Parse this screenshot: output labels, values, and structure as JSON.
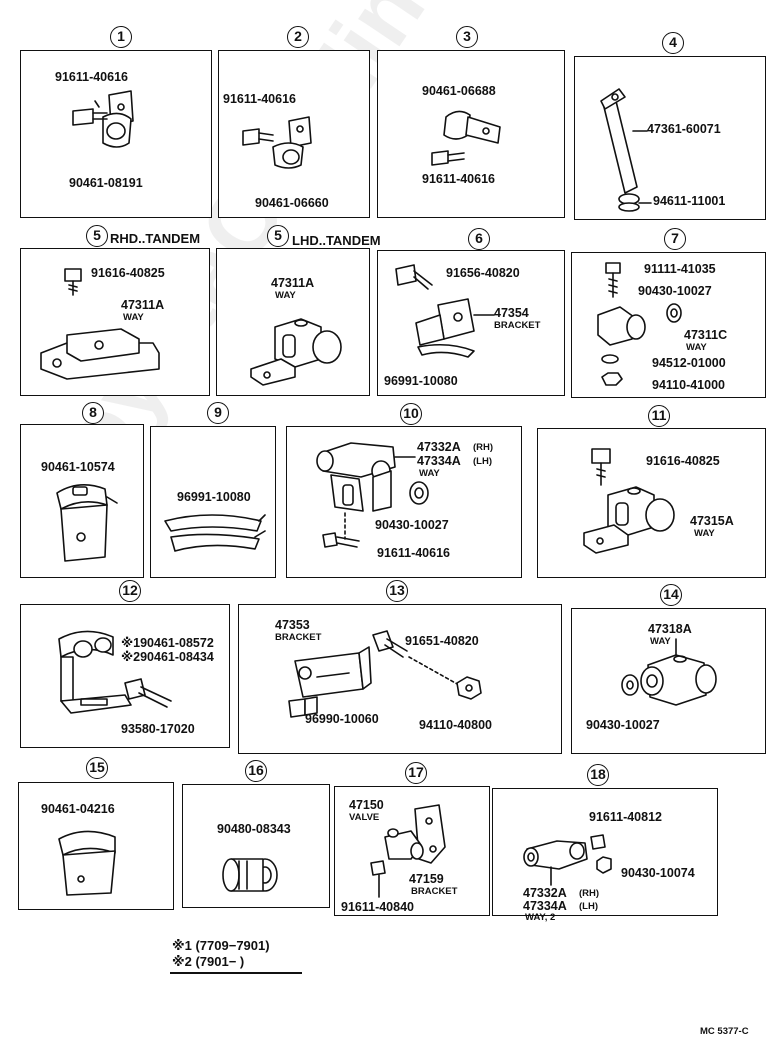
{
  "watermark": "ToyotaCarMine.ru",
  "footer_code": "MC 5377-C",
  "legend": {
    "line1": "※1 (7709−7901)",
    "line2": "※2 (7901−        )"
  },
  "panels": [
    {
      "num": "1",
      "parts": [
        "91611-40616",
        "90461-08191"
      ]
    },
    {
      "num": "2",
      "parts": [
        "91611-40616",
        "90461-06660"
      ]
    },
    {
      "num": "3",
      "parts": [
        "90461-06688",
        "91611-40616"
      ]
    },
    {
      "num": "4",
      "parts": [
        "47361-60071",
        "94611-11001"
      ]
    },
    {
      "num": "5",
      "heading": "RHD..TANDEM",
      "parts": [
        "91616-40825",
        "47311A",
        "WAY"
      ]
    },
    {
      "num": "5",
      "heading": "LHD..TANDEM",
      "parts": [
        "47311A",
        "WAY"
      ]
    },
    {
      "num": "6",
      "parts": [
        "91656-40820",
        "47354",
        "BRACKET",
        "96991-10080"
      ]
    },
    {
      "num": "7",
      "parts": [
        "91111-41035",
        "90430-10027",
        "47311C",
        "WAY",
        "94512-01000",
        "94110-41000"
      ]
    },
    {
      "num": "8",
      "parts": [
        "90461-10574"
      ]
    },
    {
      "num": "9",
      "parts": [
        "96991-10080"
      ]
    },
    {
      "num": "10",
      "parts": [
        "47332A",
        "(RH)",
        "47334A",
        "(LH)",
        "WAY",
        "90430-10027",
        "91611-40616"
      ]
    },
    {
      "num": "11",
      "parts": [
        "91616-40825",
        "47315A",
        "WAY"
      ]
    },
    {
      "num": "12",
      "parts": [
        "※190461-08572",
        "※290461-08434",
        "93580-17020"
      ]
    },
    {
      "num": "13",
      "parts": [
        "47353",
        "BRACKET",
        "91651-40820",
        "96990-10060",
        "94110-40800"
      ]
    },
    {
      "num": "14",
      "parts": [
        "47318A",
        "WAY",
        "90430-10027"
      ]
    },
    {
      "num": "15",
      "parts": [
        "90461-04216"
      ]
    },
    {
      "num": "16",
      "parts": [
        "90480-08343"
      ]
    },
    {
      "num": "17",
      "parts": [
        "47150",
        "VALVE",
        "47159",
        "BRACKET",
        "91611-40840"
      ]
    },
    {
      "num": "18",
      "parts": [
        "91611-40812",
        "90430-10074",
        "47332A",
        "(RH)",
        "47334A",
        "(LH)",
        "WAY, 2"
      ]
    }
  ]
}
